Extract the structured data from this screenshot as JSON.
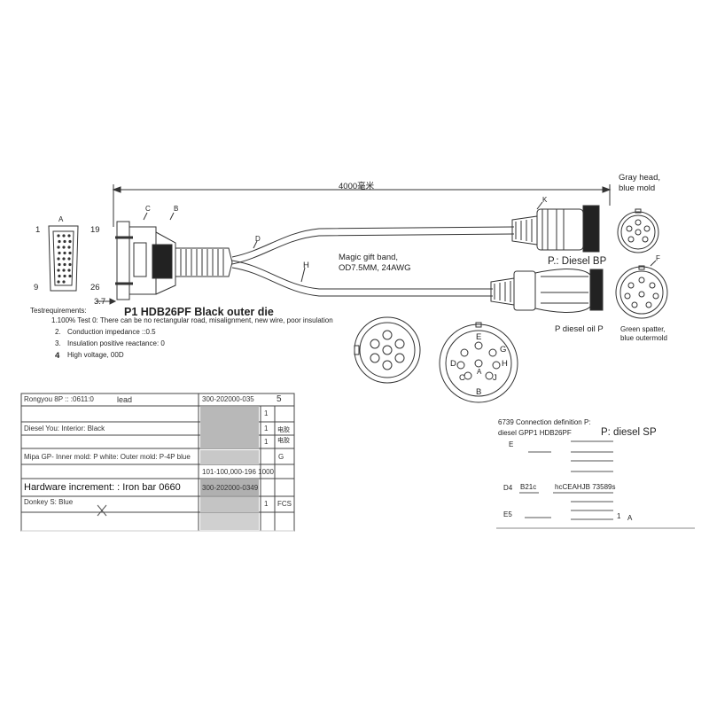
{
  "top": {
    "length_label": "4000毫米",
    "gray_head_line1": "Gray head,",
    "gray_head_line2": "blue mold",
    "magic_band_line1": "Magic gift band,",
    "magic_band_line2": "OD7.5MM, 24AWG",
    "diesel_bp": "P.: Diesel BP",
    "diesel_oil": "P diesel oil P",
    "green_spatter_line1": "Green spatter,",
    "green_spatter_line2": "blue outermold",
    "d_connector_title": "P1 HDB26PF Black outer die",
    "dim_value": "3.7",
    "pin_1": "1",
    "pin_19": "19",
    "pin_9": "9",
    "pin_26": "26",
    "pin_a": "A",
    "label_c": "C",
    "label_b": "B",
    "label_d": "D",
    "label_h": "H",
    "label_k": "K",
    "label_f": "F"
  },
  "requirements": {
    "heading": "Testrequirements:",
    "items": [
      "1.100% Test 0: There can be no rectangular road, misalignment, new wire, poor insulation",
      "Conduction impedance ::0.5",
      "Insulation positive reactance: 0",
      "High voltage, 00D"
    ],
    "markers": [
      "2.",
      "3.",
      "4"
    ]
  },
  "connector_letters": {
    "c": "C",
    "d": "D",
    "e": "E",
    "g": "G",
    "h": "H",
    "j": "J",
    "b": "B",
    "a": "A"
  },
  "bom": {
    "rows": [
      {
        "desc": "Rongyou 8P :: :0611:0",
        "lead": "lead",
        "part": "300-202000-035",
        "qty": "5",
        "note": ""
      },
      {
        "desc": "",
        "lead": "",
        "part": "",
        "qty": "1",
        "note": ""
      },
      {
        "desc": "Diesel You: Interior: Black",
        "lead": "",
        "part": "",
        "qty": "1",
        "note": "电胶"
      },
      {
        "desc": "",
        "lead": "",
        "part": "",
        "qty": "1",
        "note": "电胶"
      },
      {
        "desc": "Mipa GP- Inner mold: P white: Outer mold: P-4P blue",
        "lead": "",
        "part": "",
        "qty": "",
        "note": "G"
      },
      {
        "desc": "",
        "lead": "",
        "part": "101-100,000-196 1000",
        "qty": "",
        "note": ""
      },
      {
        "desc": "Hardware increment: : Iron bar 0660",
        "lead": "",
        "part": "300-202000-0349",
        "qty": "",
        "note": ""
      },
      {
        "desc": "Donkey S: Blue",
        "lead": "",
        "part": "",
        "qty": "1",
        "note": "FCS"
      }
    ]
  },
  "connection": {
    "title_line1": "6739 Connection definition P:",
    "title_line2": "diesel GPP1 HDB26PF",
    "title_right": "P: diesel SP",
    "row_e": "E",
    "row_d4": "D4",
    "d4_val1": "B21c",
    "d4_val2": "hcCEAHJB 73589s",
    "row_e5": "E5",
    "e5_val1": "1",
    "e5_val2": "A"
  }
}
